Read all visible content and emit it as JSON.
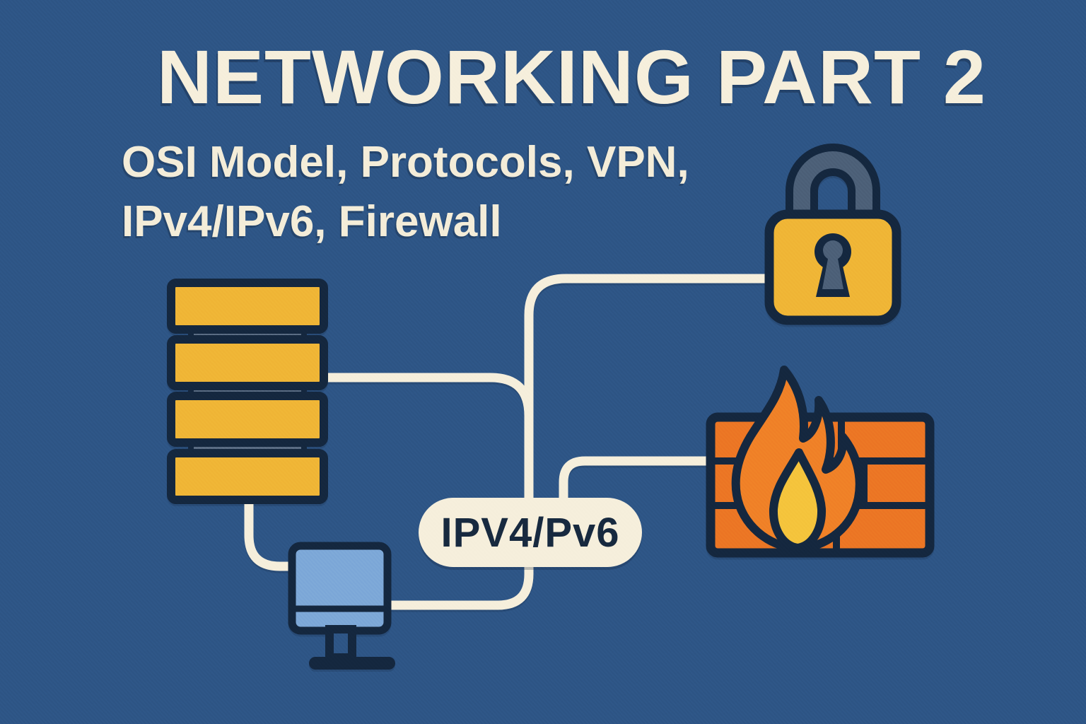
{
  "header": {
    "title": "NETWORKING PART 2",
    "subtitle_line1": "OSI Model, Protocols, VPN,",
    "subtitle_line2": "IPv4/IPv6, Firewall"
  },
  "label": {
    "pill": "IPV4/Pv6"
  },
  "icons": [
    {
      "name": "server-icon",
      "meaning": "server / OSI stack"
    },
    {
      "name": "padlock-icon",
      "meaning": "VPN / security lock"
    },
    {
      "name": "firewall-icon",
      "meaning": "firewall brick wall with flame"
    },
    {
      "name": "monitor-icon",
      "meaning": "client computer"
    }
  ],
  "colors": {
    "background": "#2e5586",
    "cream": "#f6efdc",
    "navy_outline": "#14273f",
    "yellow": "#f0b636",
    "slate": "#4c6078",
    "slate_light": "#5a6c83",
    "brick_orange": "#ec7624",
    "flame_orange": "#f08127",
    "flame_yellow": "#f5c43c",
    "monitor_blue": "#7da8d8"
  }
}
